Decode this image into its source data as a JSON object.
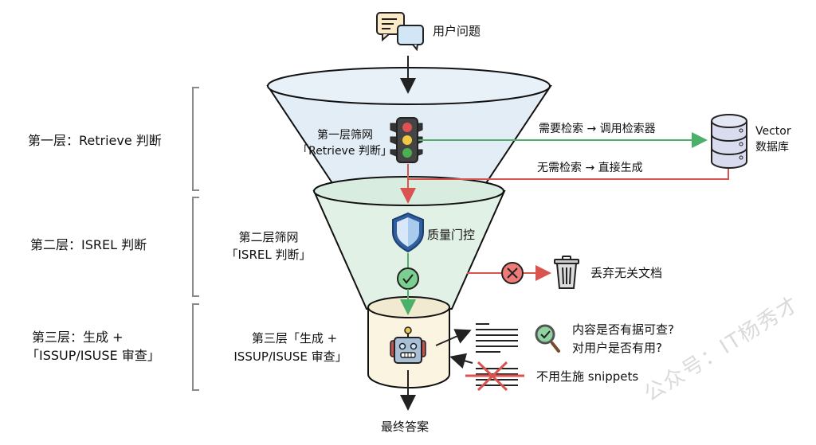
{
  "input": {
    "label": "用户问题",
    "icon": "chat-bubbles-icon"
  },
  "output": {
    "label": "最终答案"
  },
  "layers": [
    {
      "side_label": "第一层：Retrieve 判断",
      "inner_title": "第一层筛网",
      "inner_subtitle": "「Retrieve 判断」",
      "icon": "traffic-light-icon"
    },
    {
      "side_label": "第二层：ISREL 判断",
      "inner_title": "第二层筛网",
      "inner_subtitle": "「ISREL 判断」",
      "icon": "shield-icon",
      "gate_label": "质量门控"
    },
    {
      "side_label_line1": "第三层：生成 +",
      "side_label_line2": "「ISSUP/ISUSE 审查」",
      "inner_line1": "第三层「生成 +",
      "inner_line2": "ISSUP/ISUSE 审查」",
      "icon": "robot-icon"
    }
  ],
  "branches": {
    "need_retrieve": "需要检索 → 调用检索器",
    "no_retrieve": "无需检索 → 直接生成",
    "vector_db_line1": "Vector",
    "vector_db_line2": "数据库",
    "discard": "丢弃无关文档",
    "check_line1": "内容是否有据可查?",
    "check_line2": "对用户是否有用?",
    "no_fabricate": "不用生施 snippets"
  },
  "watermark": "公众号：IT杨秀才",
  "colors": {
    "layer1_fill": "#e3edf6",
    "layer2_fill": "#e2f1e6",
    "layer3_fill": "#fbf4e0",
    "green": "#4caf6a",
    "red": "#d9534f",
    "bracket": "#8a8a8a"
  }
}
